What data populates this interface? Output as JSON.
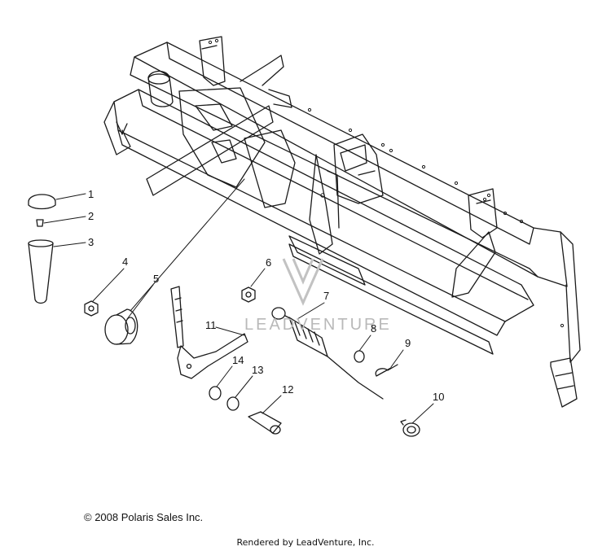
{
  "diagram": {
    "watermark_text": "LEADVENTURE",
    "callouts": [
      "1",
      "2",
      "3",
      "4",
      "5",
      "6",
      "7",
      "8",
      "9",
      "10",
      "11",
      "12",
      "13",
      "14"
    ]
  },
  "footer": {
    "copyright": "© 2008 Polaris Sales Inc.",
    "rendered_by": "Rendered by LeadVenture, Inc."
  },
  "colors": {
    "line": "#1a1a1a",
    "watermark": "#b9b9b9",
    "background": "#ffffff"
  }
}
